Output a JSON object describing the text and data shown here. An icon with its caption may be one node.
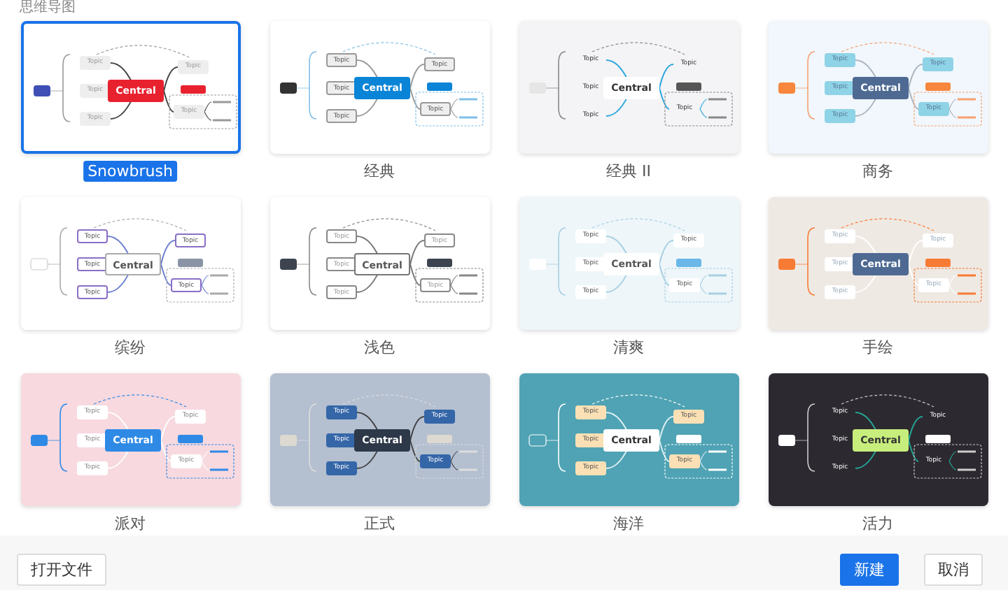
{
  "diagram": {
    "title": "思维导图",
    "nodes": [
      {
        "text": [
          "Topic",
          "Topic",
          "Topic",
          "Central",
          "Topic",
          "Topic"
        ],
        "beside": [
          "Snowbrush"
        ]
      },
      {
        "text": [
          "Topic",
          "Topic",
          "Topic",
          "Central",
          "Topic",
          "Topic"
        ],
        "beside": [
          "经典"
        ]
      },
      {
        "text": [
          "Topic",
          "Topic",
          "Topic",
          "Central",
          "Topic",
          "Topic"
        ],
        "beside": [
          "经典 II"
        ]
      },
      {
        "text": [
          "Topic",
          "Topic",
          "Topic",
          "Central",
          "Topic",
          "Topic"
        ],
        "beside": [
          "商务"
        ]
      },
      {
        "text": [
          "Topic",
          "Topic",
          "Topic",
          "Central",
          "Topic",
          "Topic"
        ],
        "beside": [
          "缤纷"
        ]
      },
      {
        "text": [
          "Topic",
          "Topic",
          "Topic",
          "Central",
          "Topic",
          "Topic"
        ],
        "beside": [
          "浅色"
        ]
      },
      {
        "text": [
          "Topic",
          "Topic",
          "Topic",
          "Central",
          "Topic",
          "Topic"
        ],
        "beside": [
          "清爽"
        ]
      },
      {
        "text": [
          "Topic",
          "Topic",
          "Topic",
          "Central",
          "Topic",
          "Topic"
        ],
        "beside": [
          "手绘"
        ]
      },
      {
        "text": [
          "Topic",
          "Topic",
          "Topic",
          "Central",
          "Topic",
          "Topic"
        ],
        "beside": [
          "派对"
        ]
      },
      {
        "text": [
          "Topic",
          "Topic",
          "Topic",
          "Central",
          "Topic",
          "Topic"
        ],
        "beside": [
          "正式"
        ]
      },
      {
        "text": [
          "Topic",
          "Topic",
          "Topic",
          "Central",
          "Topic",
          "Topic"
        ],
        "beside": [
          "海洋"
        ]
      },
      {
        "text": [
          "Topic",
          "Topic",
          "Topic",
          "Central",
          "Topic",
          "Topic"
        ],
        "beside": [
          "活力"
        ]
      }
    ],
    "labels": [
      "打开文件",
      "新建",
      "取消"
    ]
  }
}
